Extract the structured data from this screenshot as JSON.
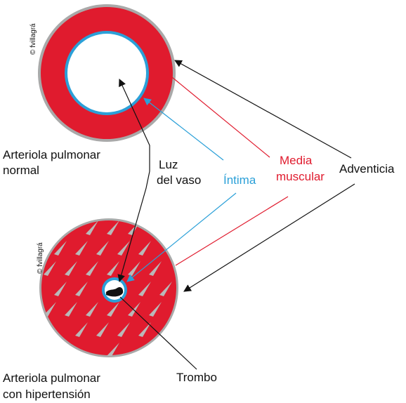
{
  "labels": {
    "normal_line1": "Arteriola pulmonar",
    "normal_line2": "normal",
    "hyper_line1": "Arteriola pulmonar",
    "hyper_line2": "con hipertensión",
    "luz_line1": "Luz",
    "luz_line2": "del vaso",
    "intima": "Íntima",
    "media_line1": "Media",
    "media_line2": "muscular",
    "adventicia": "Adventicia",
    "trombo": "Trombo",
    "copyright_top": "© fvillagrá",
    "copyright_bottom": "© fvillagrá"
  },
  "colors": {
    "media": "#e01b2e",
    "intima": "#2ba0d8",
    "adventicia": "#a9a9a9",
    "fibers": "#b9b9b9",
    "text": "#111111",
    "thrombus": "#111111"
  }
}
